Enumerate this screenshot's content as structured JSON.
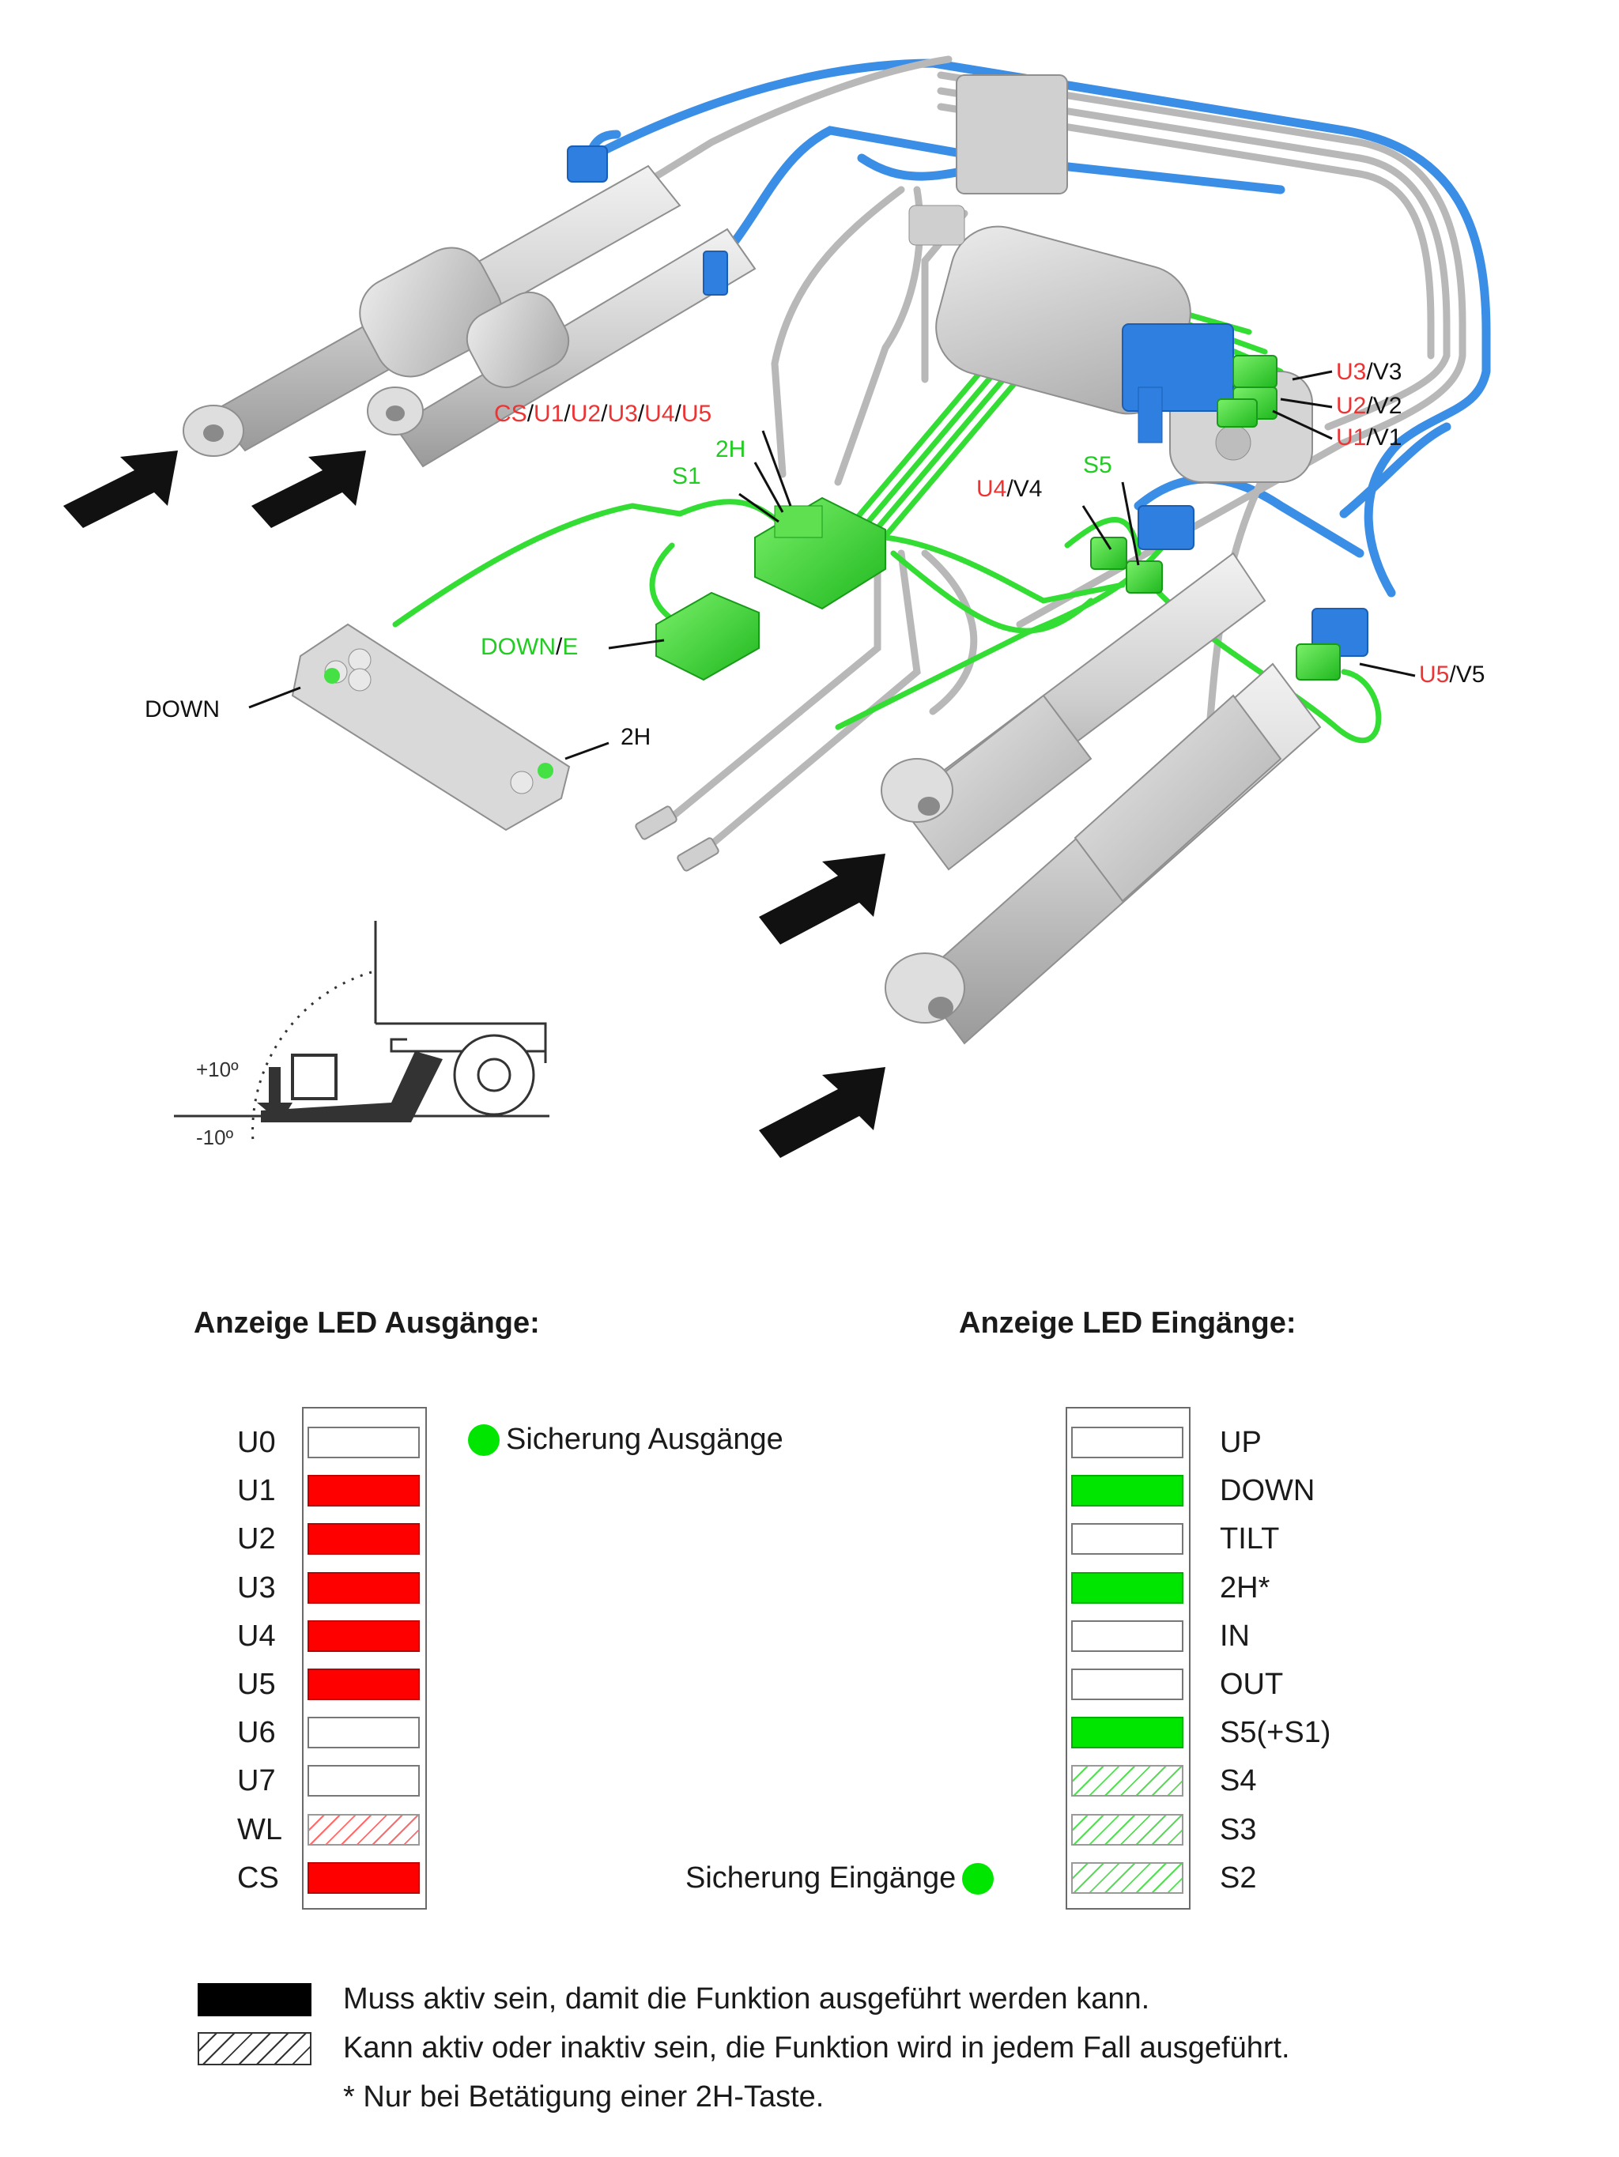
{
  "diagram": {
    "labels": {
      "cs_u_group": [
        {
          "text": "CS",
          "color": "red"
        },
        {
          "text": "/",
          "color": "black"
        },
        {
          "text": "U1",
          "color": "red"
        },
        {
          "text": "/",
          "color": "black"
        },
        {
          "text": "U2",
          "color": "red"
        },
        {
          "text": "/",
          "color": "black"
        },
        {
          "text": "U3",
          "color": "red"
        },
        {
          "text": "/",
          "color": "black"
        },
        {
          "text": "U4",
          "color": "red"
        },
        {
          "text": "/",
          "color": "black"
        },
        {
          "text": "U5",
          "color": "red"
        }
      ],
      "s1": "S1",
      "h2_top": "2H",
      "s5": "S5",
      "u4": "U4",
      "v4": "/V4",
      "u3": "U3",
      "v3": "/V3",
      "u2": "U2",
      "v2": "/V2",
      "u1": "U1",
      "v1": "/V1",
      "u5": "U5",
      "v5": "/V5",
      "down_e_down": "DOWN",
      "down_e_sep": "/",
      "down_e_e": "E",
      "down_remote": "DOWN",
      "h2_remote": "2H",
      "angle_plus": "+10º",
      "angle_minus": "-10º"
    }
  },
  "outputs_panel": {
    "title": "Anzeige LED Ausgänge:",
    "fuse_label": "Sicherung Ausgänge",
    "rows": [
      {
        "name": "U0",
        "state": "off"
      },
      {
        "name": "U1",
        "state": "on"
      },
      {
        "name": "U2",
        "state": "on"
      },
      {
        "name": "U3",
        "state": "on"
      },
      {
        "name": "U4",
        "state": "on"
      },
      {
        "name": "U5",
        "state": "on"
      },
      {
        "name": "U6",
        "state": "off"
      },
      {
        "name": "U7",
        "state": "off"
      },
      {
        "name": "WL",
        "state": "optional"
      },
      {
        "name": "CS",
        "state": "on"
      }
    ]
  },
  "inputs_panel": {
    "title": "Anzeige LED Eingänge:",
    "fuse_label": "Sicherung Eingänge",
    "rows": [
      {
        "name": "UP",
        "state": "off"
      },
      {
        "name": "DOWN",
        "state": "on"
      },
      {
        "name": "TILT",
        "state": "off"
      },
      {
        "name": "2H*",
        "state": "on"
      },
      {
        "name": "IN",
        "state": "off"
      },
      {
        "name": "OUT",
        "state": "off"
      },
      {
        "name": "S5(+S1)",
        "state": "on"
      },
      {
        "name": "S4",
        "state": "optional"
      },
      {
        "name": "S3",
        "state": "optional"
      },
      {
        "name": "S2",
        "state": "optional"
      }
    ]
  },
  "legend": {
    "required": "Muss aktiv sein, damit die Funktion ausgeführt werden kann.",
    "optional": "Kann aktiv oder inaktiv sein, die Funktion wird in jedem Fall ausgeführt.",
    "footnote": "* Nur bei Betätigung einer 2H-Taste."
  },
  "colors": {
    "red": "#ff0000",
    "label_red": "#ee3333",
    "green": "#00e600",
    "label_green": "#22cc22",
    "blue_hose": "#3a8ee6",
    "grey_cable": "#b8b8b8",
    "component_grey": "#cfcfcf"
  }
}
